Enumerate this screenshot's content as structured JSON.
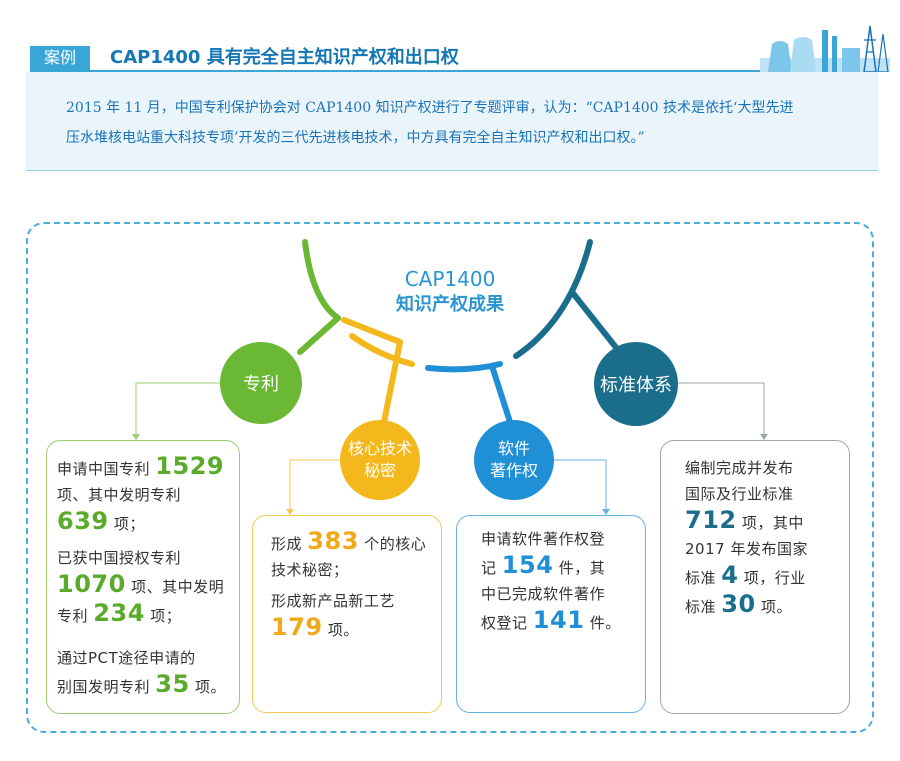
{
  "header": {
    "tag": "案例",
    "title": "CAP1400 具有完全自主知识产权和出口权"
  },
  "intro": {
    "line1": "2015 年 11 月，中国专利保护协会对 CAP1400 知识产权进行了专题评审，认为：“CAP1400 技术是依托‘大型先进",
    "line2": "压水堆核电站重大科技专项’开发的三代先进核电技术，中方具有完全自主知识产权和出口权。”"
  },
  "center": {
    "line1": "CAP1400",
    "line2": "知识产权成果"
  },
  "nodes": {
    "patent": "专利",
    "secret_l1": "核心技术",
    "secret_l2": "秘密",
    "soft_l1": "软件",
    "soft_l2": "著作权",
    "std": "标准体系"
  },
  "patent_box": {
    "p1_a": "申请中国专利",
    "p1_n1": "1529",
    "p1_b": "项、其中发明专利",
    "p1_n2": "639",
    "p1_c": "项；",
    "p2_a": "已获中国授权专利",
    "p2_n1": "1070",
    "p2_b": "项、其中发明",
    "p2_c": "专利",
    "p2_n2": "234",
    "p2_d": "项；",
    "p3_a": "通过PCT途径申请的",
    "p3_b": "别国发明专利",
    "p3_n1": "35",
    "p3_c": "项。"
  },
  "secret_box": {
    "p1_a": "形成",
    "p1_n1": "383",
    "p1_b": "个的核心",
    "p1_c": "技术秘密；",
    "p2_a": "形成新产品新工艺",
    "p2_n1": "179",
    "p2_b": "项。"
  },
  "soft_box": {
    "p1_a": "申请软件著作权登",
    "p1_b": "记",
    "p1_n1": "154",
    "p1_c": "件，其",
    "p1_d": "中已完成软件著作",
    "p1_e": "权登记",
    "p1_n2": "141",
    "p1_f": "件。"
  },
  "std_box": {
    "l1": "编制完成并发布",
    "l2": "国际及行业标准",
    "n1": "712",
    "l3": "项，其中",
    "l4": "2017 年发布国家",
    "l5a": "标准",
    "n2": "4",
    "l5b": "项，行业",
    "l6a": "标准",
    "n3": "30",
    "l6b": "项。"
  },
  "colors": {
    "patent": "#6ab834",
    "secret": "#f4b81c",
    "soft": "#1f8fd6",
    "std": "#1a6e8c",
    "accent": "#3aa6d8"
  }
}
